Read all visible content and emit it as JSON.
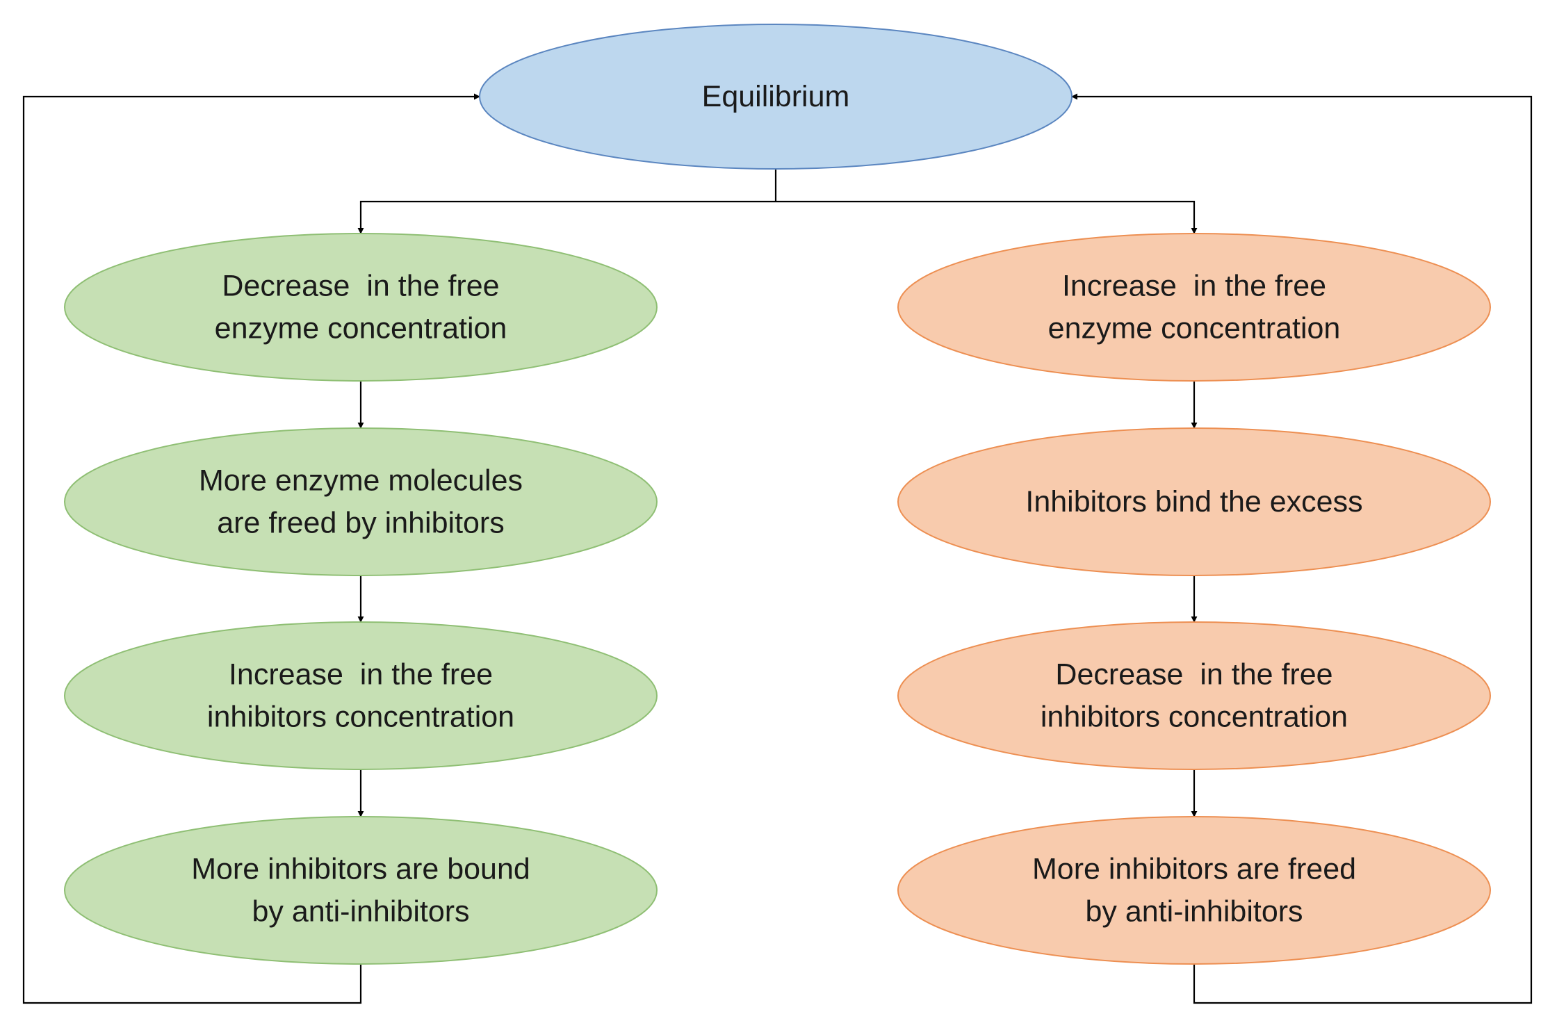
{
  "colors": {
    "root_fill": "#bdd7ee",
    "root_stroke": "#5b86c0",
    "left_fill": "#c6e0b4",
    "left_stroke": "#8fbf74",
    "right_fill": "#f8cbad",
    "right_stroke": "#ed8f52",
    "line": "#000000"
  },
  "root": {
    "id": "equilibrium",
    "lines": [
      "Equilibrium"
    ]
  },
  "left_branch": [
    {
      "id": "left-1",
      "lines": [
        "Decrease  in the free",
        "enzyme concentration"
      ]
    },
    {
      "id": "left-2",
      "lines": [
        "More enzyme molecules",
        "are freed by inhibitors"
      ]
    },
    {
      "id": "left-3",
      "lines": [
        "Increase  in the free",
        "inhibitors concentration"
      ]
    },
    {
      "id": "left-4",
      "lines": [
        "More inhibitors are bound",
        "by anti-inhibitors"
      ]
    }
  ],
  "right_branch": [
    {
      "id": "right-1",
      "lines": [
        "Increase  in the free",
        "enzyme concentration"
      ]
    },
    {
      "id": "right-2",
      "lines": [
        "Inhibitors bind the excess"
      ]
    },
    {
      "id": "right-3",
      "lines": [
        "Decrease  in the free",
        "inhibitors concentration"
      ]
    },
    {
      "id": "right-4",
      "lines": [
        "More inhibitors are freed",
        "by anti-inhibitors"
      ]
    }
  ]
}
